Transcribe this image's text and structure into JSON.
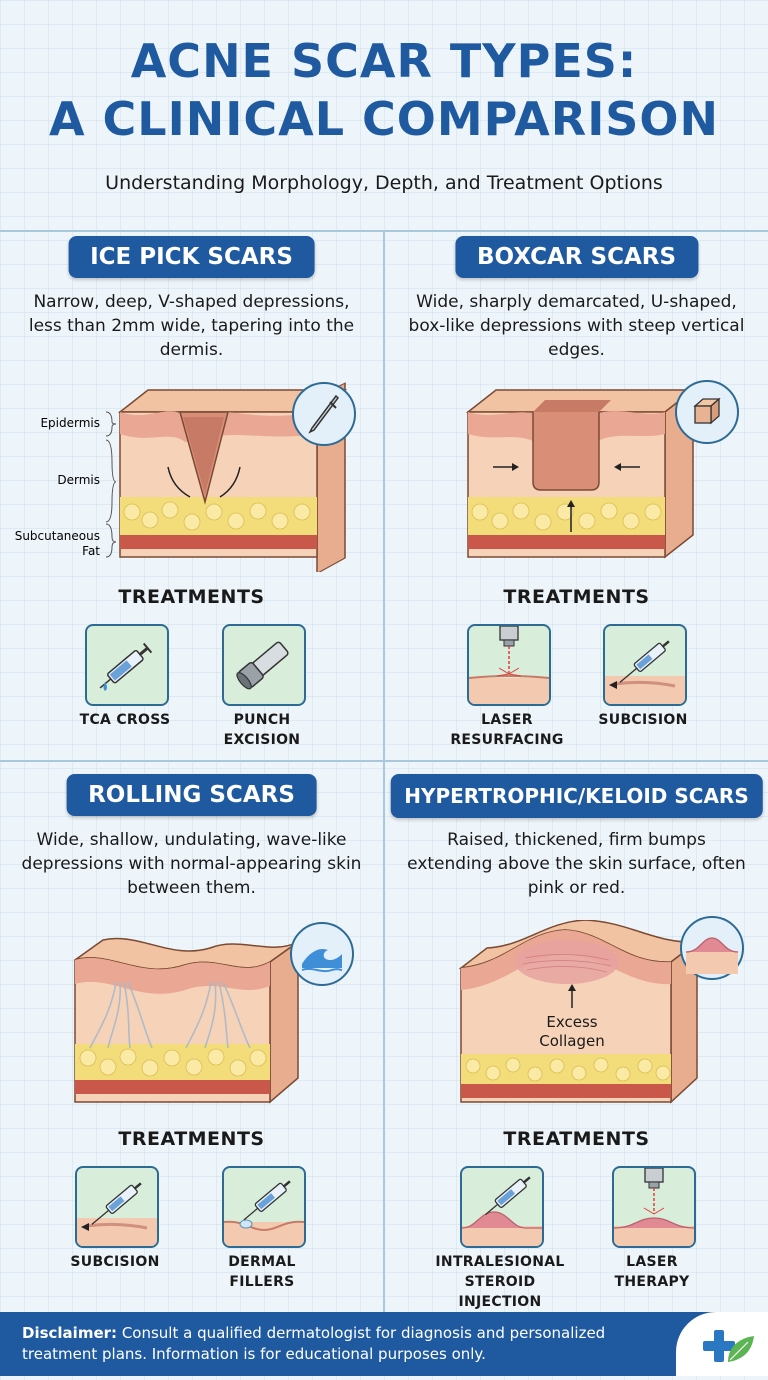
{
  "header": {
    "title_line1": "ACNE SCAR TYPES:",
    "title_line2": "A CLINICAL COMPARISON",
    "subtitle": "Understanding Morphology, Depth, and Treatment Options"
  },
  "cards": [
    {
      "title": "ICE PICK SCARS",
      "description": "Narrow, deep, V-shaped depressions, less than 2mm wide, tapering into the dermis.",
      "layer_labels": [
        "Epidermis",
        "Dermis",
        "Subcutaneous",
        "Fat"
      ],
      "badge_icon": "needle-icon",
      "treatments_heading": "TREATMENTS",
      "treatments": [
        {
          "line1": "TCA CROSS",
          "line2": "",
          "icon": "syringe-drop-icon"
        },
        {
          "line1": "PUNCH",
          "line2": "EXCISION",
          "icon": "punch-tool-icon"
        }
      ]
    },
    {
      "title": "BOXCAR SCARS",
      "description": "Wide, sharply demarcated, U-shaped, box-like depressions with steep vertical edges.",
      "badge_icon": "cube-icon",
      "treatments_heading": "TREATMENTS",
      "treatments": [
        {
          "line1": "LASER",
          "line2": "RESURFACING",
          "icon": "laser-icon"
        },
        {
          "line1": "SUBCISION",
          "line2": "",
          "icon": "subcision-needle-icon"
        }
      ]
    },
    {
      "title": "ROLLING SCARS",
      "description": "Wide, shallow, undulating, wave-like depressions with normal-appearing skin between them.",
      "badge_icon": "wave-icon",
      "treatments_heading": "TREATMENTS",
      "treatments": [
        {
          "line1": "SUBCISION",
          "line2": "",
          "icon": "subcision-needle-icon"
        },
        {
          "line1": "DERMAL",
          "line2": "FILLERS",
          "icon": "filler-syringe-icon"
        }
      ]
    },
    {
      "title": "HYPERTROPHIC/KELOID SCARS",
      "description": "Raised, thickened, firm bumps extending above the skin surface, often pink or red.",
      "annotation_line1": "Excess",
      "annotation_line2": "Collagen",
      "badge_icon": "raised-bump-icon",
      "treatments_heading": "TREATMENTS",
      "treatments": [
        {
          "line1": "INTRALESIONAL",
          "line2": "STEROID INJECTION",
          "icon": "steroid-injection-icon"
        },
        {
          "line1": "LASER",
          "line2": "THERAPY",
          "icon": "laser-icon"
        }
      ]
    }
  ],
  "footer": {
    "label": "Disclaimer:",
    "text": "Consult a qualified dermatologist for diagnosis and personalized treatment plans. Information is for educational purposes only.",
    "logo_icon": "medical-cross-leaf-icon"
  },
  "colors": {
    "brand_blue": "#1f5aa0",
    "skin": "#f3c9a8",
    "epidermis": "#eaa894",
    "fat": "#f3dc7a",
    "treatment_bg": "#d9eddb"
  }
}
